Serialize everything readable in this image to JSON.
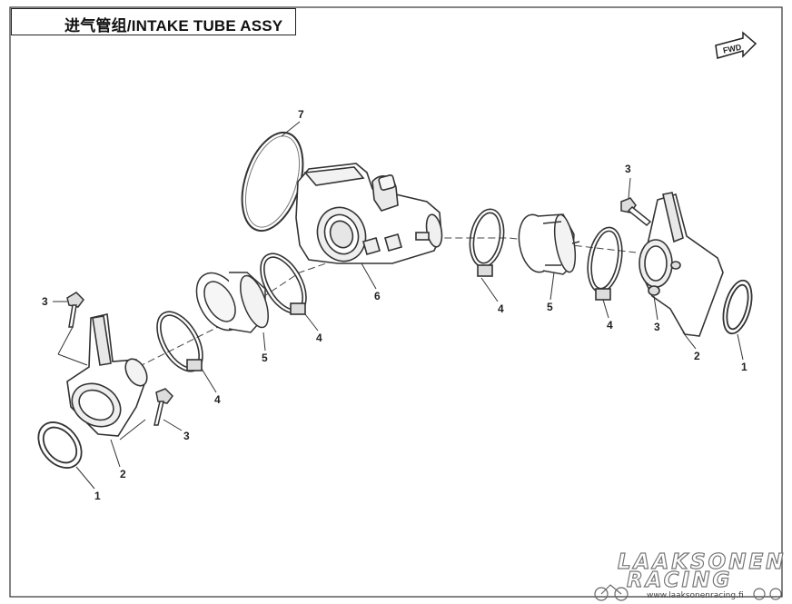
{
  "title": "进气管组/INTAKE TUBE ASSY",
  "fwd_label": "FWD",
  "callouts": {
    "c7": "7",
    "c6": "6",
    "c5a": "5",
    "c5b": "5",
    "c4a": "4",
    "c4b": "4",
    "c4c": "4",
    "c4d": "4",
    "c3a": "3",
    "c3b": "3",
    "c3c": "3",
    "c3d": "3",
    "c2a": "2",
    "c2b": "2",
    "c1a": "1",
    "c1b": "1"
  },
  "watermark": {
    "line1": "LAAKSONEN",
    "line2": "RACING",
    "url": "www.laaksonenracing.fi"
  }
}
